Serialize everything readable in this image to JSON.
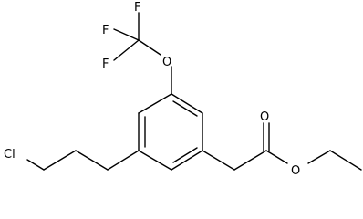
{
  "molecule": {
    "atoms": {
      "f_top": "F",
      "f_left_upper": "F",
      "f_left_lower": "F",
      "o_ether": "O",
      "o_carbonyl": "O",
      "o_ester": "O",
      "cl": "Cl"
    },
    "colors": {
      "bond": "#000000",
      "label": "#000000",
      "background": "#ffffff"
    }
  }
}
